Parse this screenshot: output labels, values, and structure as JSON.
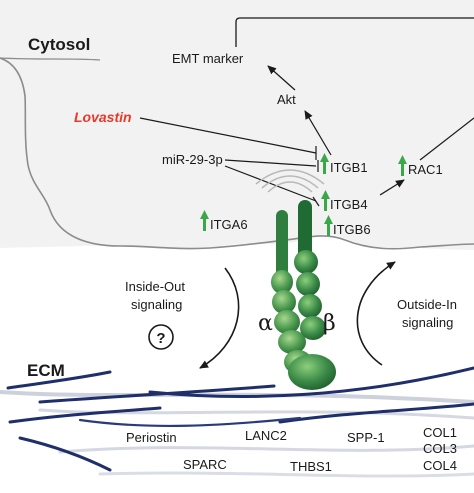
{
  "compartments": {
    "cytosol": "Cytosol",
    "ecm": "ECM"
  },
  "nodes": {
    "emt_marker": "EMT marker",
    "akt": "Akt",
    "lovastin": "Lovastin",
    "mir": "miR-29-3p",
    "itgb1": "ITGB1",
    "rac1": "RAC1",
    "itgb4": "ITGB4",
    "itga6": "ITGA6",
    "itgb6": "ITGB6"
  },
  "signaling": {
    "inside_out_line1": "Inside-Out",
    "inside_out_line2": "signaling",
    "unknown_mark": "?",
    "outside_in_line1": "Outside-In",
    "outside_in_line2": "signaling"
  },
  "integrin": {
    "alpha": "α",
    "beta": "β"
  },
  "ecm_proteins": {
    "periostin": "Periostin",
    "lanc2": "LANC2",
    "spp1": "SPP-1",
    "col1": "COL1",
    "sparc": "SPARC",
    "thbs1": "THBS1",
    "col3": "COL3",
    "col4": "COL4"
  },
  "colors": {
    "drug": "#e8392a",
    "upregulation_arrow": "#3aa84a",
    "integrin_green": "#2f7d3f",
    "membrane_fill": "#f2f2f2",
    "fiber_navy": "#1f2f6b",
    "fiber_light": "#c7ccd8"
  },
  "icons": {
    "up_arrow": "green-up-arrow-icon",
    "question": "question-circle-icon"
  }
}
